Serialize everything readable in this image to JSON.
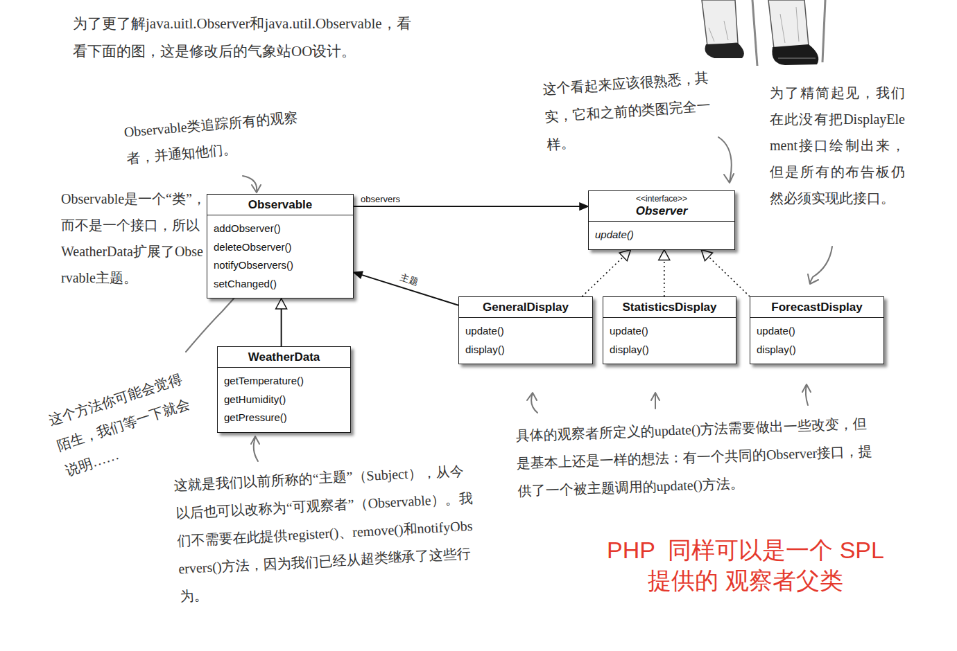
{
  "diagram": {
    "nodes": [
      {
        "text": [
          "Observable",
          "addObserver()",
          "deleteObserver()",
          "notifyObservers()",
          "setChanged()"
        ]
      },
      {
        "text": [
          "<<interface>>",
          "Observer",
          "update()"
        ]
      },
      {
        "text": [
          "GeneralDisplay",
          "update()",
          "display()"
        ]
      },
      {
        "text": [
          "StatisticsDisplay",
          "update()",
          "display()"
        ]
      },
      {
        "text": [
          "ForecastDisplay",
          "update()",
          "display()"
        ]
      },
      {
        "text": [
          "WeatherData",
          "getTemperature()",
          "getHumidity()",
          "getPressure()"
        ]
      }
    ],
    "edges": [
      {
        "from": 0,
        "to": 1,
        "arrow": "to",
        "label": "observers"
      },
      {
        "from": 5,
        "to": 0,
        "arrow": "to"
      },
      {
        "from": 2,
        "to": 0,
        "arrow": "to",
        "label": "主题"
      },
      {
        "from": 2,
        "to": 1,
        "arrow": "to"
      },
      {
        "from": 3,
        "to": 1,
        "arrow": "to"
      },
      {
        "from": 4,
        "to": 1,
        "arrow": "to"
      }
    ],
    "labels": [
      "为了更了解java.uitl.Observer和java.util.Observable，看看下面的图，这是修改后的气象站OO设计。",
      "Observable类追踪所有的观察者，并通知他们。",
      "Observable是一个“类”，而不是一个接口，所以WeatherData扩展了Observable主题。",
      "这个方法你可能会觉得陌生，我们等一下就会说明……",
      "这就是我们以前所称的“主题”（Subject），从今以后也可以改称为“可观察者”（Observable）。我们不需要在此提供register()、remove()和notifyObservers()方法，因为我们已经从超类继承了这些行为。",
      "这个看起来应该很熟悉，其实，它和之前的类图完全一样。",
      "为了精简起见，我们在此没有把DisplayElement接口绘制出来，但是所有的布告板仍然必须实现此接口。",
      "具体的观察者所定义的update()方法需要做出一些改变，但是基本上还是一样的想法：有一个共同的Observer接口，提供了一个被主题调用的update()方法。",
      "PHP  同样可以是一个 SPL 提供的 观察者父类"
    ]
  }
}
